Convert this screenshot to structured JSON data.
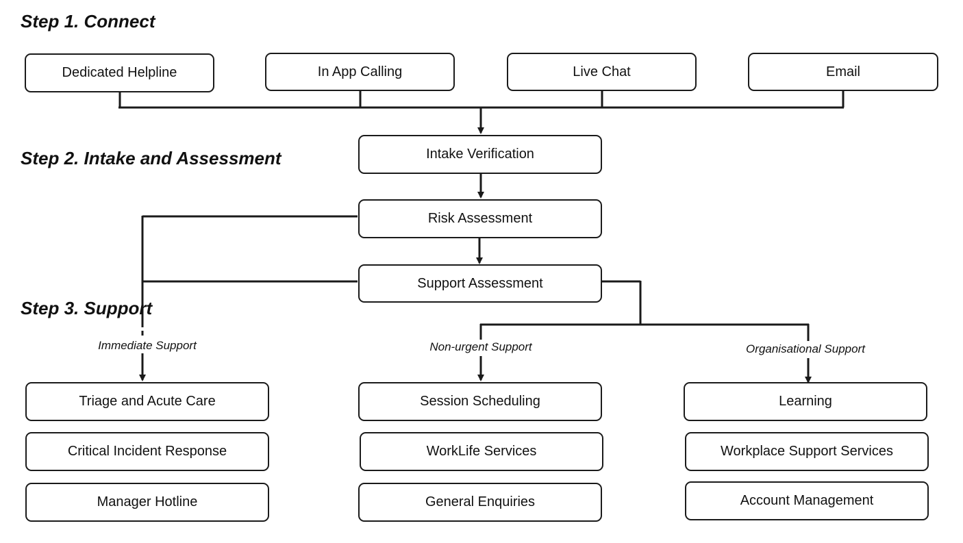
{
  "headings": {
    "step1": "Step 1. Connect",
    "step2": "Step 2. Intake and Assessment",
    "step3": "Step 3. Support"
  },
  "connect": {
    "dedicated_helpline": "Dedicated Helpline",
    "in_app_calling": "In App Calling",
    "live_chat": "Live Chat",
    "email": "Email"
  },
  "intake": {
    "intake_verification": "Intake Verification",
    "risk_assessment": "Risk Assessment",
    "support_assessment": "Support Assessment"
  },
  "branches": {
    "immediate": "Immediate Support",
    "non_urgent": "Non-urgent Support",
    "organisational": "Organisational Support"
  },
  "immediate": {
    "triage": "Triage and Acute Care",
    "critical_incident": "Critical Incident Response",
    "manager_hotline": "Manager Hotline"
  },
  "non_urgent": {
    "session_scheduling": "Session Scheduling",
    "worklife": "WorkLife Services",
    "general_enquiries": "General Enquiries"
  },
  "organisational": {
    "learning": "Learning",
    "workplace_support": "Workplace Support Services",
    "account_management": "Account Management"
  }
}
